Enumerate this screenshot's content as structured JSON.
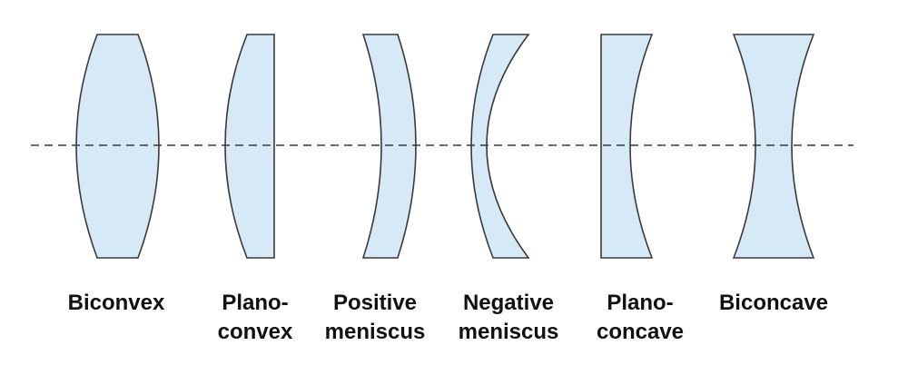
{
  "diagram": {
    "colors": {
      "lens_fill": "#d5e9f7",
      "lens_stroke": "#3a3a3a",
      "axis": "#3a3a3a",
      "text": "#111111"
    },
    "lenses": [
      {
        "type": "biconvex",
        "label_lines": [
          "Biconvex"
        ]
      },
      {
        "type": "plano-convex",
        "label_lines": [
          "Plano-",
          "convex"
        ]
      },
      {
        "type": "positive-meniscus",
        "label_lines": [
          "Positive",
          "meniscus"
        ]
      },
      {
        "type": "negative-meniscus",
        "label_lines": [
          "Negative",
          "meniscus"
        ]
      },
      {
        "type": "plano-concave",
        "label_lines": [
          "Plano-",
          "concave"
        ]
      },
      {
        "type": "biconcave",
        "label_lines": [
          "Biconcave"
        ]
      }
    ]
  }
}
